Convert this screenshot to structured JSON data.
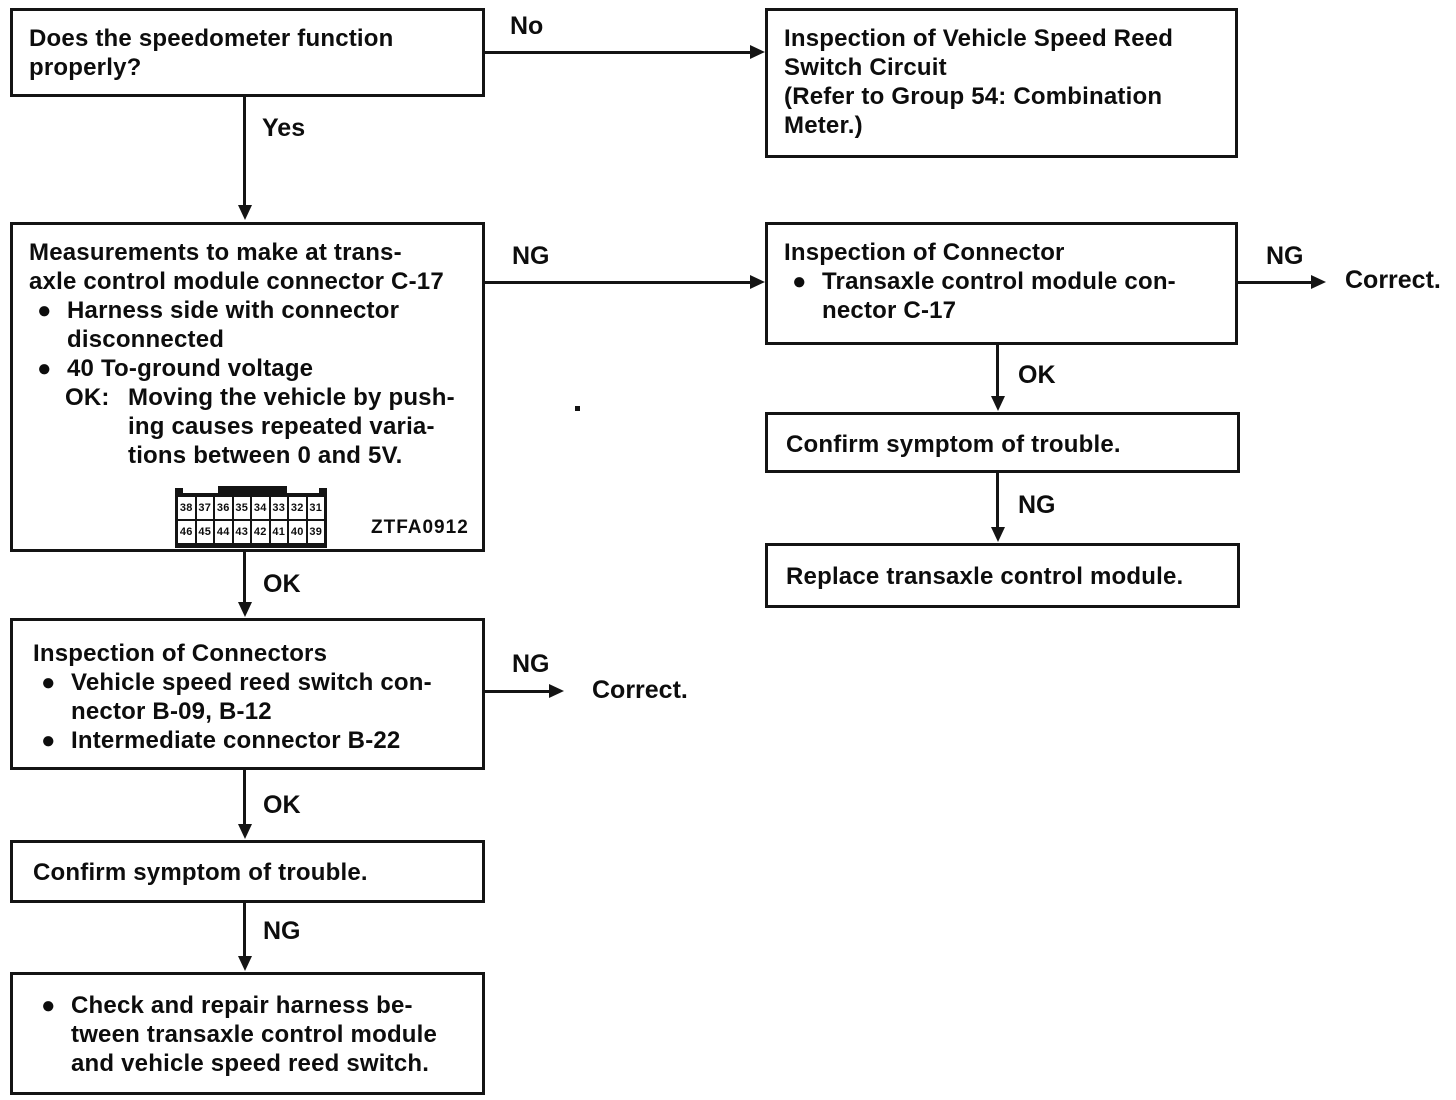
{
  "nodes": {
    "speedometer_question": {
      "line1": "Does the speedometer function",
      "line2": "properly?"
    },
    "reed_switch_circuit_inspection": {
      "line1": "Inspection of Vehicle Speed Reed",
      "line2": "Switch Circuit",
      "line3": "(Refer to Group 54: Combination",
      "line4": "Meter.)"
    },
    "measurements": {
      "title_line1": "Measurements to make at trans-",
      "title_line2": "axle control module connector C-17",
      "bullet1_line1": "Harness side with connector",
      "bullet1_line2": "disconnected",
      "bullet2": "40 To-ground voltage",
      "ok_key": "OK:",
      "ok_line1": "Moving the vehicle by push-",
      "ok_line2": "ing causes repeated varia-",
      "ok_line3": "tions between 0 and 5V.",
      "figure_code": "ZTFA0912"
    },
    "connector_inspection_right": {
      "title": "Inspection of Connector",
      "bullet1_line1": "Transaxle control module con-",
      "bullet1_line2": "nector C-17"
    },
    "confirm_symptom_right": {
      "text": "Confirm symptom of trouble."
    },
    "replace_module": {
      "text": "Replace transaxle control module."
    },
    "connectors_inspection_left": {
      "title": "Inspection of Connectors",
      "bullet1_line1": "Vehicle speed reed switch con-",
      "bullet1_line2": "nector B-09, B-12",
      "bullet2": "Intermediate connector B-22"
    },
    "confirm_symptom_left": {
      "text": "Confirm symptom of trouble."
    },
    "check_repair_harness": {
      "line1": "Check and repair harness be-",
      "line2": "tween transaxle control module",
      "line3": "and vehicle speed reed switch."
    }
  },
  "edge_labels": {
    "question_no": "No",
    "question_yes": "Yes",
    "measurements_ng": "NG",
    "measurements_ok": "OK",
    "right_inspection_ng": "NG",
    "right_inspection_ok": "OK",
    "confirm_right_ng": "NG",
    "left_inspection_ng": "NG",
    "left_inspection_ok": "OK",
    "confirm_left_ng": "NG"
  },
  "terminals": {
    "correct_top_right": "Correct.",
    "correct_left": "Correct."
  },
  "bullet_glyph": "●",
  "connector_pins": {
    "top_row": [
      "38",
      "37",
      "36",
      "35",
      "34",
      "33",
      "32",
      "31"
    ],
    "bottom_row": [
      "46",
      "45",
      "44",
      "43",
      "42",
      "41",
      "40",
      "39"
    ]
  },
  "colors": {
    "ink": "#141414",
    "paper": "#ffffff"
  }
}
